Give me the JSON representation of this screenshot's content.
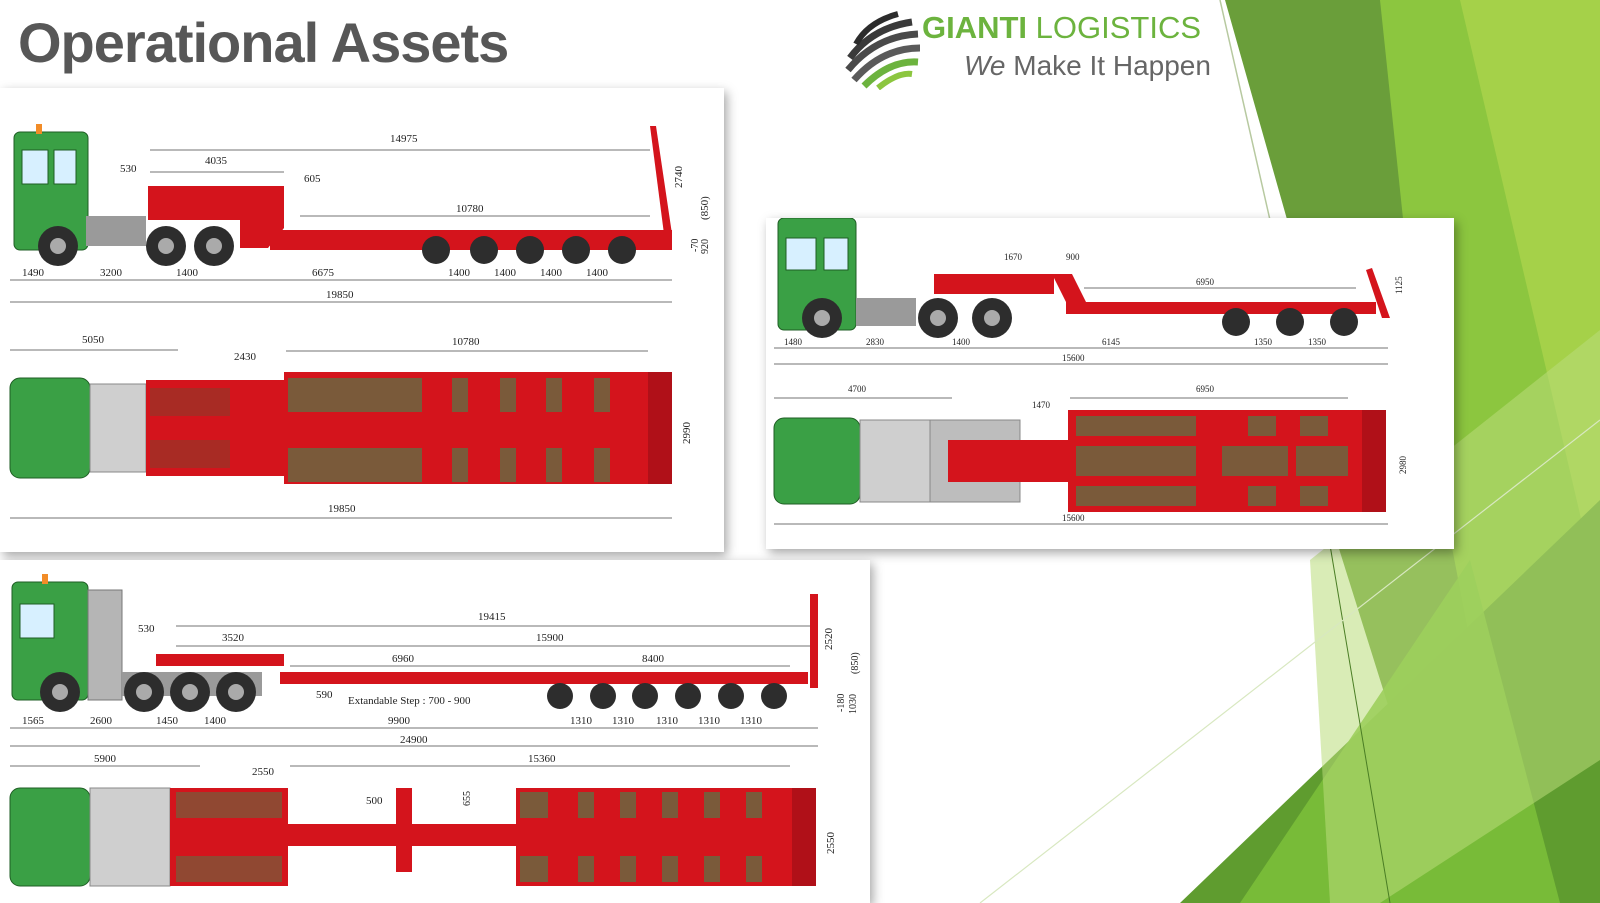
{
  "title": "Operational Assets",
  "logo": {
    "brand_bold": "GIANTI",
    "brand_rest": " LOGISTICS",
    "slogan_we": "We",
    "slogan_rest": " Make It Happen"
  },
  "colors": {
    "accent_green": "#6cb33e",
    "truck_green": "#3aa045",
    "trailer_red": "#d4141c",
    "deck_wood": "#7a5a3a",
    "title_gray": "#575757"
  },
  "diagram_1": {
    "side": {
      "overall": "14975",
      "gooseneck": "4035",
      "neck_height": "530",
      "step": "605",
      "deck": "10780",
      "ramp_height": "2740",
      "ramp_h2": "(850)",
      "low": "-70",
      "deck_h": "920",
      "bottom": [
        "1490",
        "3200",
        "1400",
        "6675",
        "1400",
        "1400",
        "1400",
        "1400"
      ],
      "total": "19850"
    },
    "top": {
      "cab": "5050",
      "neck": "2430",
      "deck": "10780",
      "width": "2990",
      "total": "19850"
    }
  },
  "diagram_2": {
    "side": {
      "neck": "1670",
      "step": "900",
      "deck": "6950",
      "ramp": "1125",
      "bottom": [
        "1480",
        "2830",
        "1400",
        "6145",
        "1350",
        "1350"
      ],
      "total": "15600"
    },
    "top": {
      "cab": "4700",
      "neck": "1470",
      "deck": "6950",
      "width": "2980",
      "total": "15600"
    }
  },
  "diagram_3": {
    "side": {
      "overall": "19415",
      "neck_h": "530",
      "neck": "3520",
      "deck_total": "15900",
      "mid": "6960",
      "rear": "8400",
      "ramp": "2520",
      "ramp_h2": "(850)",
      "low": "-180",
      "deck_h": "1030",
      "step_len": "590",
      "note": "Extandable Step : 700 - 900",
      "bottom": [
        "1565",
        "2600",
        "1450",
        "1400",
        "9900",
        "1310",
        "1310",
        "1310",
        "1310",
        "1310"
      ],
      "total": "24900"
    },
    "top": {
      "cab": "5900",
      "neck": "2550",
      "deck": "15360",
      "beam": "500",
      "gap": "655",
      "width": "2550"
    }
  }
}
